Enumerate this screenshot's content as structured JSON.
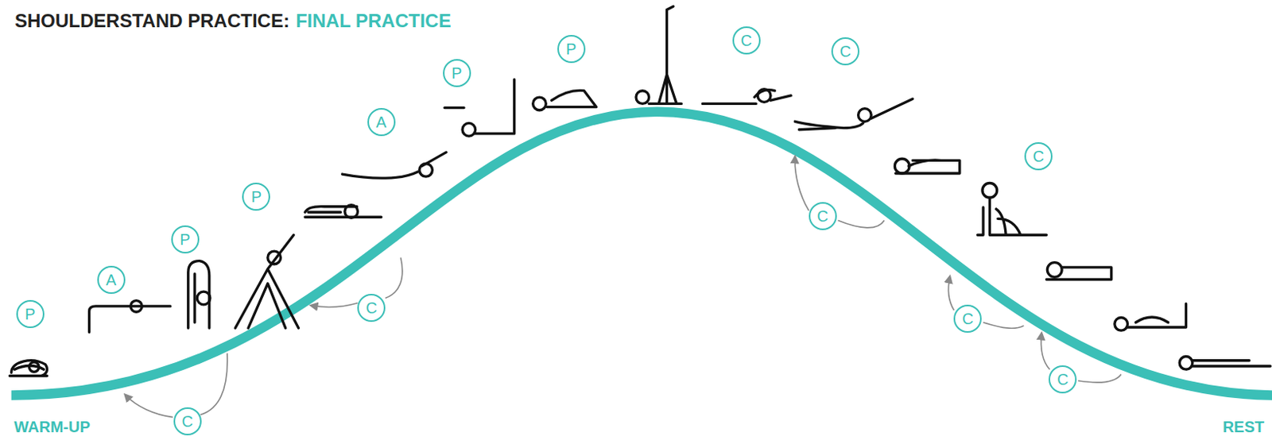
{
  "diagram": {
    "title": "SHOULDERSTAND PRACTICE:",
    "nodes": [
      {
        "text": [
          "P"
        ]
      },
      {
        "text": [
          "A"
        ]
      },
      {
        "text": [
          "P"
        ]
      },
      {
        "text": [
          "C"
        ]
      },
      {
        "text": [
          "P"
        ]
      },
      {
        "text": [
          "C"
        ]
      },
      {
        "text": [
          "A"
        ]
      },
      {
        "text": [
          "P"
        ]
      },
      {
        "text": [
          "P"
        ]
      },
      {
        "text": [
          "C"
        ]
      },
      {
        "text": [
          "C"
        ]
      },
      {
        "text": [
          "C"
        ]
      },
      {
        "text": [
          "C"
        ]
      },
      {
        "text": [
          "C"
        ]
      },
      {
        "text": [
          "C"
        ]
      }
    ],
    "labels": [
      "FINAL PRACTICE",
      "WARM-UP",
      "REST"
    ]
  }
}
